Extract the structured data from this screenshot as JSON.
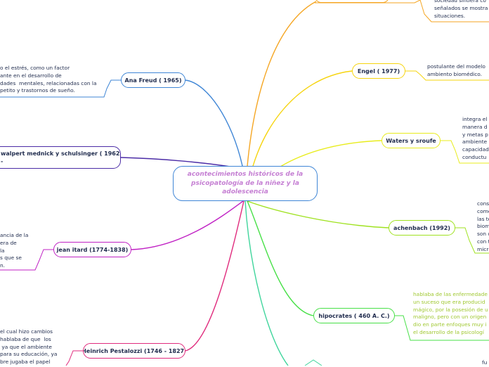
{
  "central_topic": "acontecimientos históricos de la psicopatología de la niñez y la adolescencia",
  "branches": {
    "anna_freud": {
      "label": "Ana Freud ( 1965)",
      "note": "o el estrés, como un factor\nante en el desarrollo de\ndades  mentales, relacionadas con la\npetito y trastornos de sueño."
    },
    "walpert": {
      "label": "walpert mednick  y schulsinger  ( 1962 -",
      "note": "-"
    },
    "itard": {
      "label": "jean itard  (1774-1838)",
      "note": "ancia de la\nera de\nla\ns que se\nn."
    },
    "pestalozzi": {
      "label": "Heinrich Pestalozzi  (1746 - 1827)",
      "note": "el cual hizo cambios\nhablaba de que  los\n ya que el ambiente\npara su educación, ya\nbre jugaba el papel"
    },
    "top_right": {
      "note": "sociedad sintiera co\nseñalados se mostra\nsituaciones."
    },
    "engel": {
      "label": "Engel  ( 1977)",
      "note": "postulante del modelo\nambiento biomédico."
    },
    "waters": {
      "label": "Waters y sroufe",
      "note": "integra el\nmanera d\ny metas p\nambiente\ncapacidad\nconductu"
    },
    "achenbach": {
      "label": "achenbach (1992)",
      "note": "cons\ncome\nlas te\nbiom\nson c\ncon t\nmicr"
    },
    "hipocrates": {
      "label": "hipocrates ( 460 A. C.)",
      "note": "hablaba de las enfermedade\nun suceso que era producid\nmágico, por la posesión de u\nmaligno, pero con un origen\ndio en parte enfoques muy i\nel desarrollo de la psicologí"
    },
    "bottom_right": {
      "note": "fu"
    }
  },
  "colors": {
    "anna_freud": "#3f86d6",
    "walpert": "#4b2ca6",
    "itard": "#c021c4",
    "pestalozzi": "#e02b7d",
    "top_right": "#f5a623",
    "engel": "#f6d40e",
    "waters": "#e8ec1c",
    "achenbach": "#9fe21f",
    "hipocrates": "#47e047",
    "bottom_right": "#3fd59c"
  }
}
